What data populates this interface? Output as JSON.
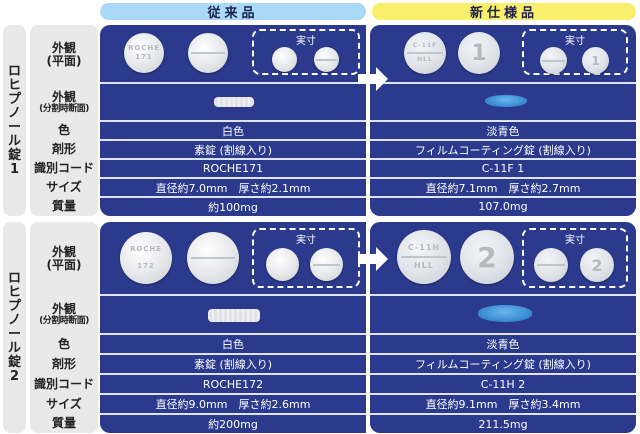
{
  "header": {
    "conventional_label": "従来品",
    "new_label": "新仕様品",
    "conventional_color": "#a9d9f4",
    "new_color": "#f8ef6a"
  },
  "row_labels": {
    "appearance_top_line1": "外観",
    "appearance_top_line2": "(平面)",
    "appearance_cut_line1": "外観",
    "appearance_cut_line2": "(分割時断面)",
    "color": "色",
    "form": "剤形",
    "code": "識別コード",
    "size": "サイズ",
    "weight": "質量"
  },
  "actual_size_label": "実寸",
  "products": [
    {
      "name_chars": [
        "ロ",
        "ヒ",
        "プ",
        "ノ",
        "ー",
        "ル",
        "錠",
        "1"
      ],
      "conventional": {
        "imprint_top": "ROCHE",
        "imprint_bottom": "171",
        "color": "白色",
        "form": "素錠 (割線入り)",
        "code": "ROCHE171",
        "size": "直径約7.0mm　厚さ約2.1mm",
        "weight": "約100mg"
      },
      "new": {
        "imprint_top": "C-11F",
        "imprint_bottom": "1",
        "color": "淡青色",
        "form": "フィルムコーティング錠 (割線入り)",
        "code": "C-11F 1",
        "size": "直径約7.1mm　厚さ約2.7mm",
        "weight": "107.0mg"
      }
    },
    {
      "name_chars": [
        "ロ",
        "ヒ",
        "プ",
        "ノ",
        "ー",
        "ル",
        "錠",
        "2"
      ],
      "conventional": {
        "imprint_top": "ROCHE",
        "imprint_bottom": "172",
        "color": "白色",
        "form": "素錠 (割線入り)",
        "code": "ROCHE172",
        "size": "直径約9.0mm　厚さ約2.6mm",
        "weight": "約200mg"
      },
      "new": {
        "imprint_top": "C-11H",
        "imprint_bottom": "2",
        "color": "淡青色",
        "form": "フィルムコーティング錠 (割線入り)",
        "code": "C-11H 2",
        "size": "直径約9.1mm　厚さ約3.4mm",
        "weight": "211.5mg"
      }
    }
  ],
  "colors": {
    "panel_bg": "#2b3a8c",
    "label_bg": "#e9e9e9",
    "new_tablet_cut": "#3d8fd4"
  }
}
